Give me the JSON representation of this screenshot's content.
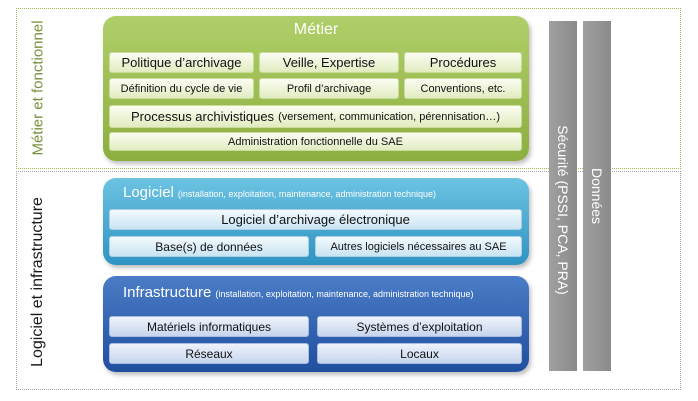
{
  "zones": {
    "top_label": "Métier et fonctionnel",
    "bottom_label": "Logiciel et infrastructure"
  },
  "metier": {
    "title": "Métier",
    "row1": [
      "Politique d’archivage",
      "Veille, Expertise",
      "Procédures"
    ],
    "row2": [
      "Définition du cycle de vie",
      "Profil d’archivage",
      "Conventions, etc."
    ],
    "processus_main": "Processus archivistiques",
    "processus_detail": "(versement, communication, pérennisation…)",
    "administration": "Administration fonctionnelle du SAE"
  },
  "logiciel": {
    "title": "Logiciel",
    "subtitle": "(installation, exploitation, maintenance, administration technique)",
    "archivage": "Logiciel d’archivage électronique",
    "bases": "Base(s) de données",
    "autres": "Autres logiciels nécessaires au SAE"
  },
  "infrastructure": {
    "title": "Infrastructure",
    "subtitle": "(installation, exploitation, maintenance, administration technique)",
    "materiels": "Matériels informatiques",
    "systemes": "Systèmes d’exploitation",
    "reseaux": "Réseaux",
    "locaux": "Locaux"
  },
  "bars": {
    "securite": "Sécurité (PSSI, PCA, PRA)",
    "donnees": "Données"
  },
  "colors": {
    "metier": "#9bbb59",
    "logiciel": "#4bacc6",
    "infrastructure": "#2f5fae",
    "bars": "#969696"
  }
}
